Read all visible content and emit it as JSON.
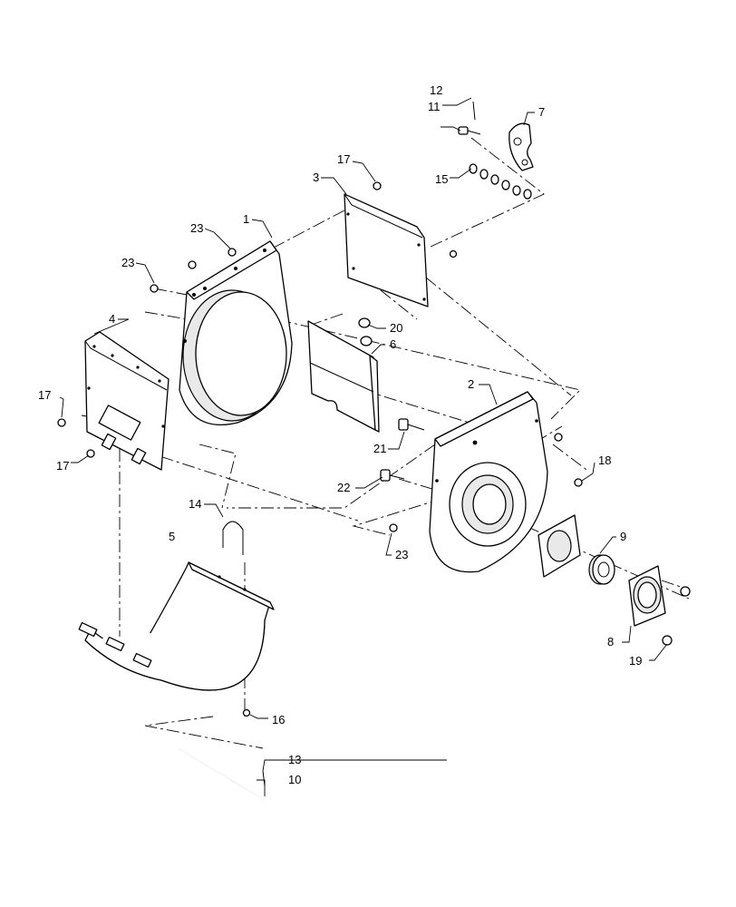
{
  "callouts": [
    {
      "id": "c1",
      "text": "1"
    },
    {
      "id": "c2",
      "text": "2"
    },
    {
      "id": "c3",
      "text": "3"
    },
    {
      "id": "c4",
      "text": "4"
    },
    {
      "id": "c5",
      "text": "5"
    },
    {
      "id": "c6",
      "text": "6"
    },
    {
      "id": "c7",
      "text": "7"
    },
    {
      "id": "c8",
      "text": "8"
    },
    {
      "id": "c9",
      "text": "9"
    },
    {
      "id": "c10",
      "text": "10"
    },
    {
      "id": "c11",
      "text": "11"
    },
    {
      "id": "c12",
      "text": "12"
    },
    {
      "id": "c13",
      "text": "13"
    },
    {
      "id": "c14",
      "text": "14"
    },
    {
      "id": "c15",
      "text": "15"
    },
    {
      "id": "c16",
      "text": "16"
    },
    {
      "id": "c17a",
      "text": "17"
    },
    {
      "id": "c17b",
      "text": "17"
    },
    {
      "id": "c17c",
      "text": "17"
    },
    {
      "id": "c18",
      "text": "18"
    },
    {
      "id": "c19",
      "text": "19"
    },
    {
      "id": "c20",
      "text": "20"
    },
    {
      "id": "c21",
      "text": "21"
    },
    {
      "id": "c22",
      "text": "22"
    },
    {
      "id": "c23a",
      "text": "23"
    },
    {
      "id": "c23b",
      "text": "23"
    },
    {
      "id": "c23c",
      "text": "23"
    }
  ]
}
